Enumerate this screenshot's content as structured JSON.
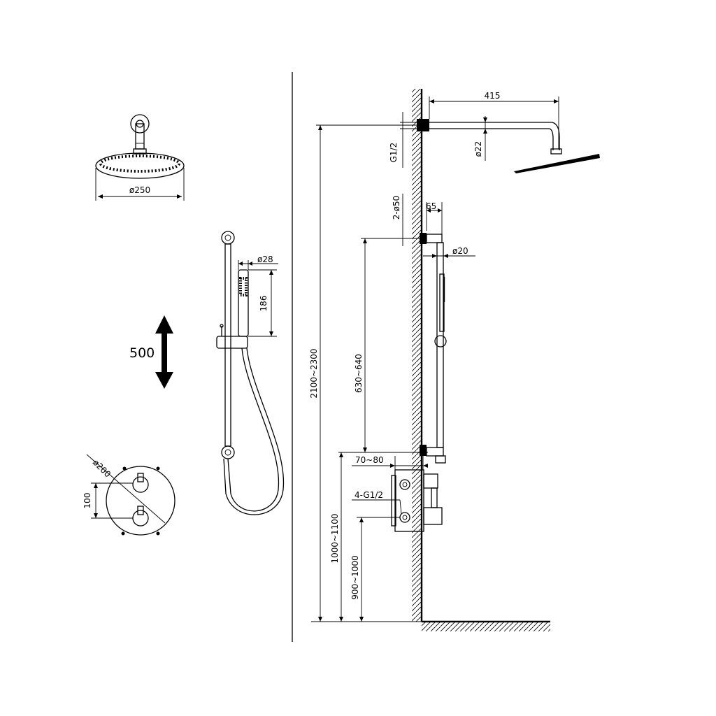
{
  "labels": {
    "showerhead_diameter": "ø250",
    "slide_travel": "500",
    "handshower_diameter": "ø28",
    "handshower_length": "186",
    "valve_plate_diameter": "ø200",
    "valve_spacing": "100",
    "arm_projection": "415",
    "wall_thread": "G1/2",
    "arm_tube": "ø22",
    "overall_height": "2100~2300",
    "bracket_holes": "2-ø50",
    "bracket_offset": "65",
    "rail_tube": "ø20",
    "rail_spacing": "630~640",
    "valve_depth": "70~80",
    "valve_inlets": "4-G1/2",
    "valve_height_upper": "1000~1100",
    "valve_height_lower": "900~1000"
  },
  "colors": {
    "ink": "#000000",
    "background": "#ffffff"
  },
  "icons": {
    "travel": "double-arrow-vertical-icon"
  }
}
